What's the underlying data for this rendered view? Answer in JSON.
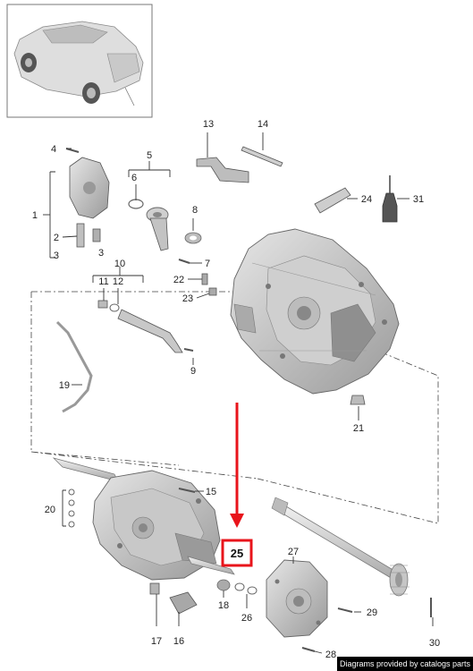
{
  "diagram": {
    "callouts": [
      "1",
      "2",
      "3",
      "4",
      "5",
      "6",
      "7",
      "8",
      "9",
      "10",
      "11",
      "12",
      "13",
      "14",
      "15",
      "16",
      "17",
      "18",
      "19",
      "20",
      "21",
      "22",
      "23",
      "24",
      "25",
      "26",
      "27",
      "28",
      "29",
      "30",
      "31"
    ],
    "highlighted_callout": "25",
    "colors": {
      "highlight": "#e8141b",
      "line": "#333333",
      "part_fill": "#d4d4d4",
      "part_dark": "#8c8c8c"
    }
  },
  "footer": {
    "credit": "Diagrams provided by catalogs parts"
  }
}
